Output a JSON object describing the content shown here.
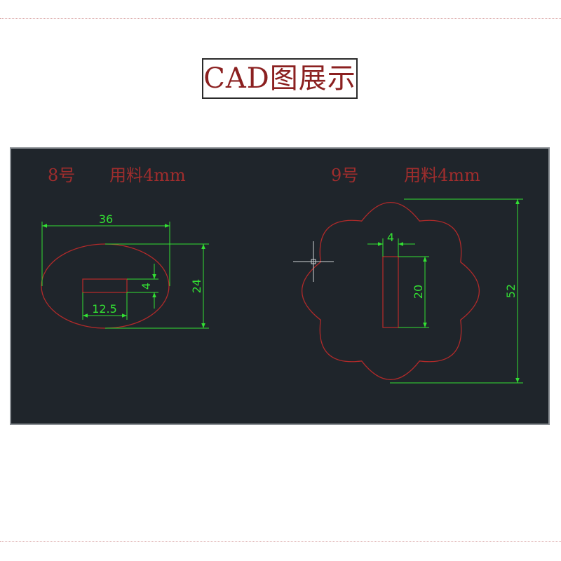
{
  "title": "CAD图展示",
  "colors": {
    "panel_bg": "#1f252b",
    "outline": "#b02a2a",
    "dimension": "#33e033",
    "label": "#a02d2d",
    "title_text": "#8b2020"
  },
  "part8": {
    "number": "8号",
    "material": "用料4mm",
    "dims": {
      "width": "36",
      "height": "24",
      "slot_width": "12.5",
      "slot_height": "4"
    }
  },
  "part9": {
    "number": "9号",
    "material": "用料4mm",
    "dims": {
      "slot_width": "4",
      "slot_height": "20",
      "height": "52"
    }
  },
  "icons": {
    "cursor": "crosshair-cursor-icon"
  }
}
